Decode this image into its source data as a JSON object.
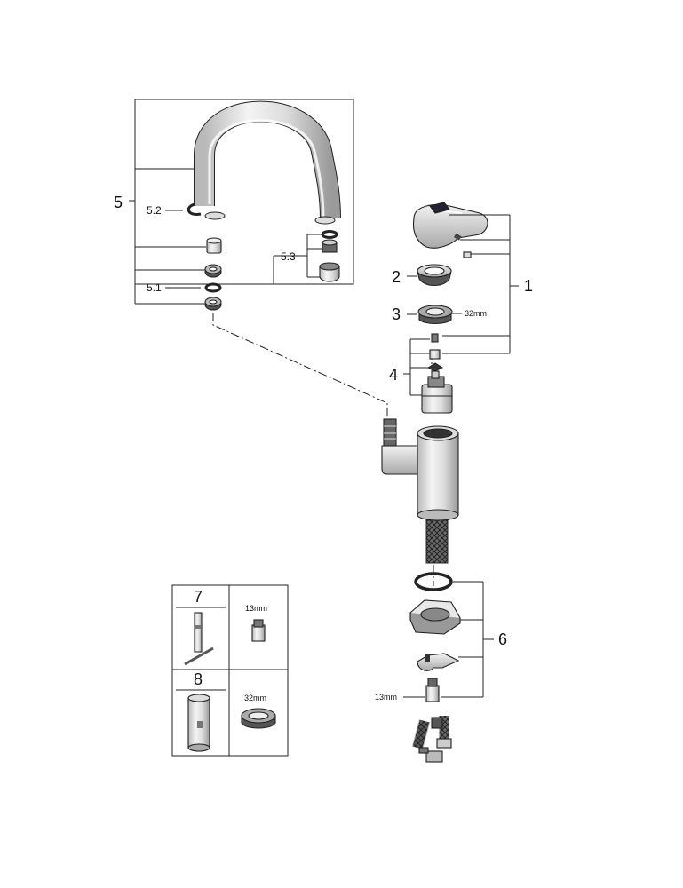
{
  "callouts": {
    "c1": "1",
    "c2": "2",
    "c3": "3",
    "c4": "4",
    "c5": "5",
    "c6": "6",
    "c51": "5.1",
    "c52": "5.2",
    "c53": "5.3"
  },
  "dimensions": {
    "nut_32": "32mm",
    "connector_13": "13mm",
    "tool7_size": "13mm",
    "tool8_size": "32mm"
  },
  "tools": {
    "t7": "7",
    "t8": "8"
  }
}
